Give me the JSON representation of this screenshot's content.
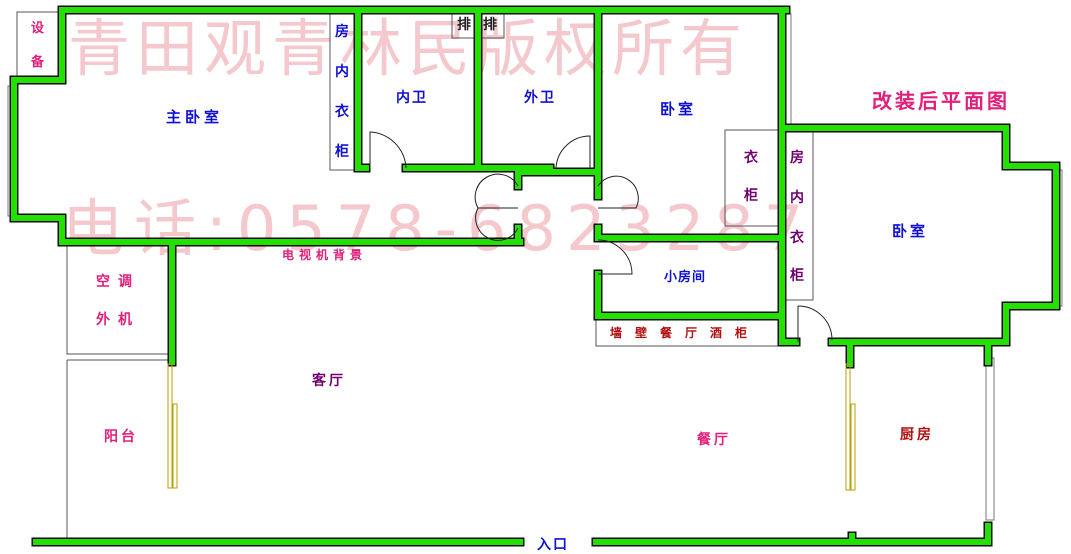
{
  "watermark": {
    "line1": "青田观青林民版权所有",
    "line2": "电话:0578-6823287"
  },
  "title": "改装后平面图",
  "colors": {
    "wall": "#22e000",
    "wall_edge": "#0a0a0a",
    "label_blue": "#1010d0",
    "label_purple": "#700070",
    "label_pink": "#e0207a",
    "label_red": "#b01010",
    "watermark": "#f4c8cc",
    "title": "#e0207a",
    "door": "#222222",
    "sliding": "#b8a000"
  },
  "rooms": {
    "equipment": [
      "设",
      "备"
    ],
    "master_bedroom": "主卧室",
    "wardrobe_1": [
      "房",
      "内",
      "衣",
      "柜"
    ],
    "inner_bath": "内卫",
    "exhaust_1": "排",
    "exhaust_2": "排",
    "outer_bath": "外卫",
    "bedroom_1": "卧室",
    "wardrobe_2": [
      "衣",
      "柜"
    ],
    "wardrobe_3": [
      "房",
      "内",
      "衣",
      "柜"
    ],
    "bedroom_2": "卧室",
    "tv_wall": "电视机背景",
    "small_room": "小房间",
    "wine_cabinet": "墙壁餐厅酒柜",
    "ac_unit": [
      "空调",
      "外机"
    ],
    "living_room": "客厅",
    "balcony": "阳台",
    "dining_room": "餐厅",
    "kitchen": "厨房",
    "entrance": "入口"
  }
}
